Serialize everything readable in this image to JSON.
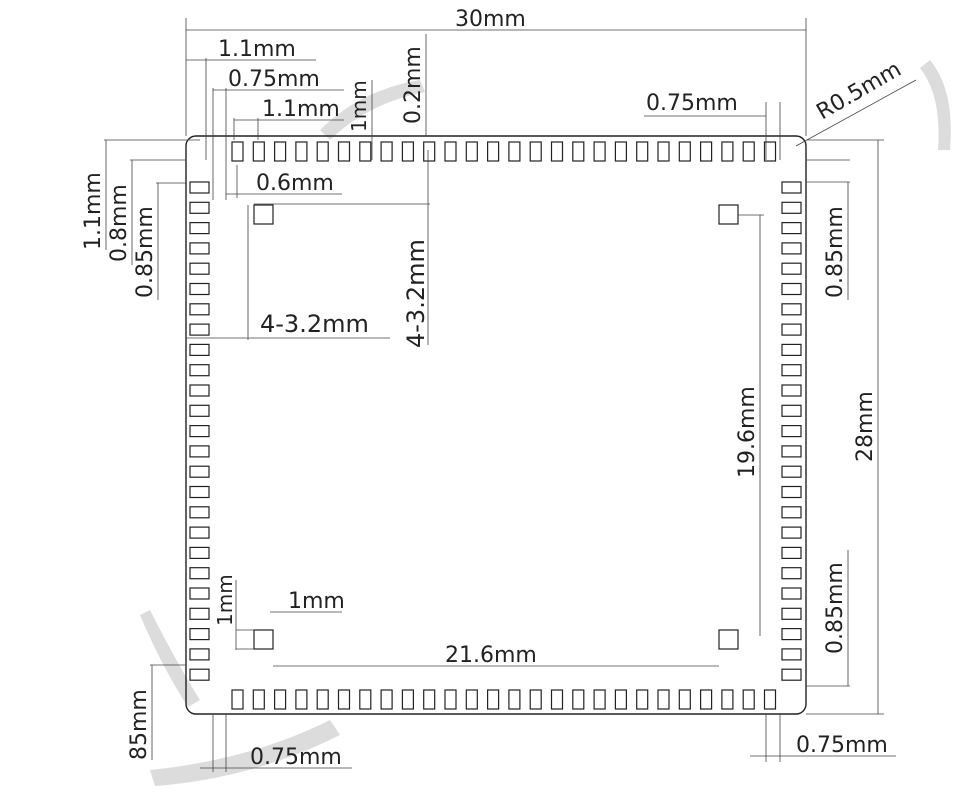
{
  "dimensions": {
    "width_total": "30mm",
    "pitch_top": "1.1mm",
    "pad_offset_top": "0.75mm",
    "pad_pitch_inner": "1.1mm",
    "pad_height_1mm": "1mm",
    "clearance_top": "0.2mm",
    "pad_width": "0.6mm",
    "offset_right_top": "0.75mm",
    "corner_radius": "R0.5mm",
    "left_1_1": "1.1mm",
    "left_0_8": "0.8mm",
    "left_0_85": "0.85mm",
    "hole_x": "4-3.2mm",
    "hole_y": "4-3.2mm",
    "right_0_85_top": "0.85mm",
    "right_19_6": "19.6mm",
    "height_total": "28mm",
    "right_0_85_bottom": "0.85mm",
    "left_1mm_vertical": "1mm",
    "square_1mm": "1mm",
    "span_21_6": "21.6mm",
    "bottom_left_85": "85mm",
    "bottom_left_075": "0.75mm",
    "bottom_right_075": "0.75mm"
  }
}
